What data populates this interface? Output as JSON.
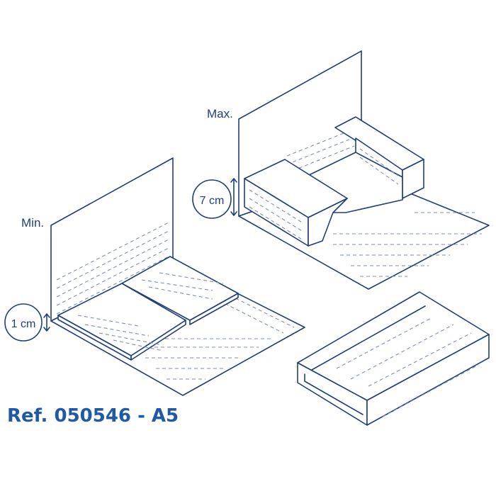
{
  "labels": {
    "min": "Min.",
    "max": "Max.",
    "min_height": "1 cm",
    "max_height": "7 cm",
    "reference": "Ref. 050546 - A5"
  },
  "colors": {
    "line": "#1f3f7a",
    "dash": "#7d8fb5",
    "reference_text": "#1f5aa6"
  }
}
